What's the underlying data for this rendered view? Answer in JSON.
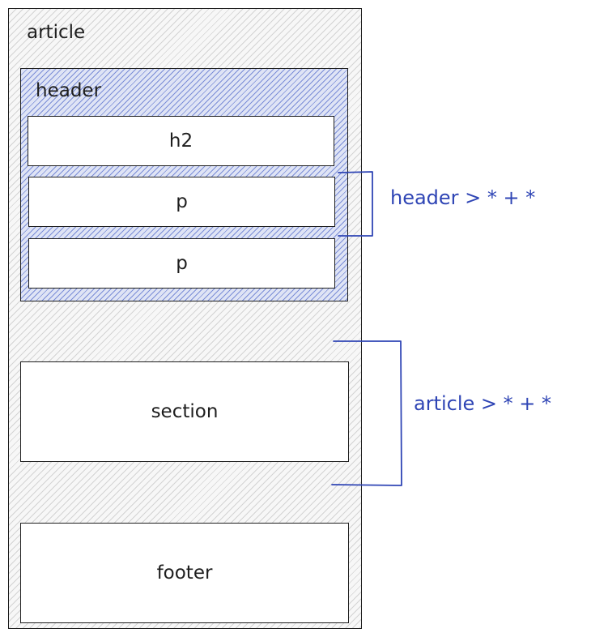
{
  "article": {
    "label": "article"
  },
  "header": {
    "label": "header"
  },
  "children": {
    "h2": "h2",
    "p1": "p",
    "p2": "p",
    "section": "section",
    "footer": "footer"
  },
  "annotations": {
    "header_selector": "header > * + *",
    "article_selector": "article > * + *"
  },
  "colors": {
    "stroke": "#1e1e1e",
    "annotation_blue": "#2f45b5",
    "header_fill": "#dfe4f5",
    "article_fill": "#f7f7f7"
  }
}
